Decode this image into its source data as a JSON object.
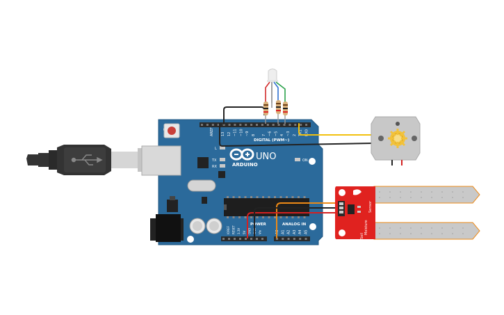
{
  "board": {
    "brand": "ARDUINO",
    "model": "UNO",
    "digital_header": "DIGITAL (PWM~)",
    "aref": "AREF",
    "power_header": "POWER",
    "analog_header": "ANALOG IN",
    "led_l": "L",
    "led_tx": "TX",
    "led_rx": "RX",
    "led_on": "ON",
    "digital_pins": [
      "13",
      "12",
      "~11",
      "~10",
      "~9",
      "8",
      "7",
      "~6",
      "~5",
      "4",
      "~3",
      "2",
      "TX1",
      "RX0"
    ],
    "power_pins": [
      "IOREF",
      "RESET",
      "3.3V",
      "5V",
      "GND",
      "GND",
      "Vin"
    ],
    "analog_pins": [
      "A0",
      "A1",
      "A2",
      "A3",
      "A4",
      "A5"
    ]
  },
  "sensor": {
    "line1": "Soil",
    "line2": "Moisture",
    "line3": "Sensor"
  },
  "colors": {
    "board": "#2b6a9b",
    "header": "#2a2a2a",
    "wire_black": "#222222",
    "wire_yellow": "#f2c10f",
    "wire_orange": "#ee8a16",
    "wire_red": "#d42020",
    "led_red": "#d22b2b",
    "led_blue": "#2f6fd0",
    "led_green": "#2aa14a",
    "sensor_red": "#e0221f",
    "probe": "#c9c9c9",
    "motor_body": "#c8c8c8",
    "motor_gear": "#f2c23a"
  }
}
